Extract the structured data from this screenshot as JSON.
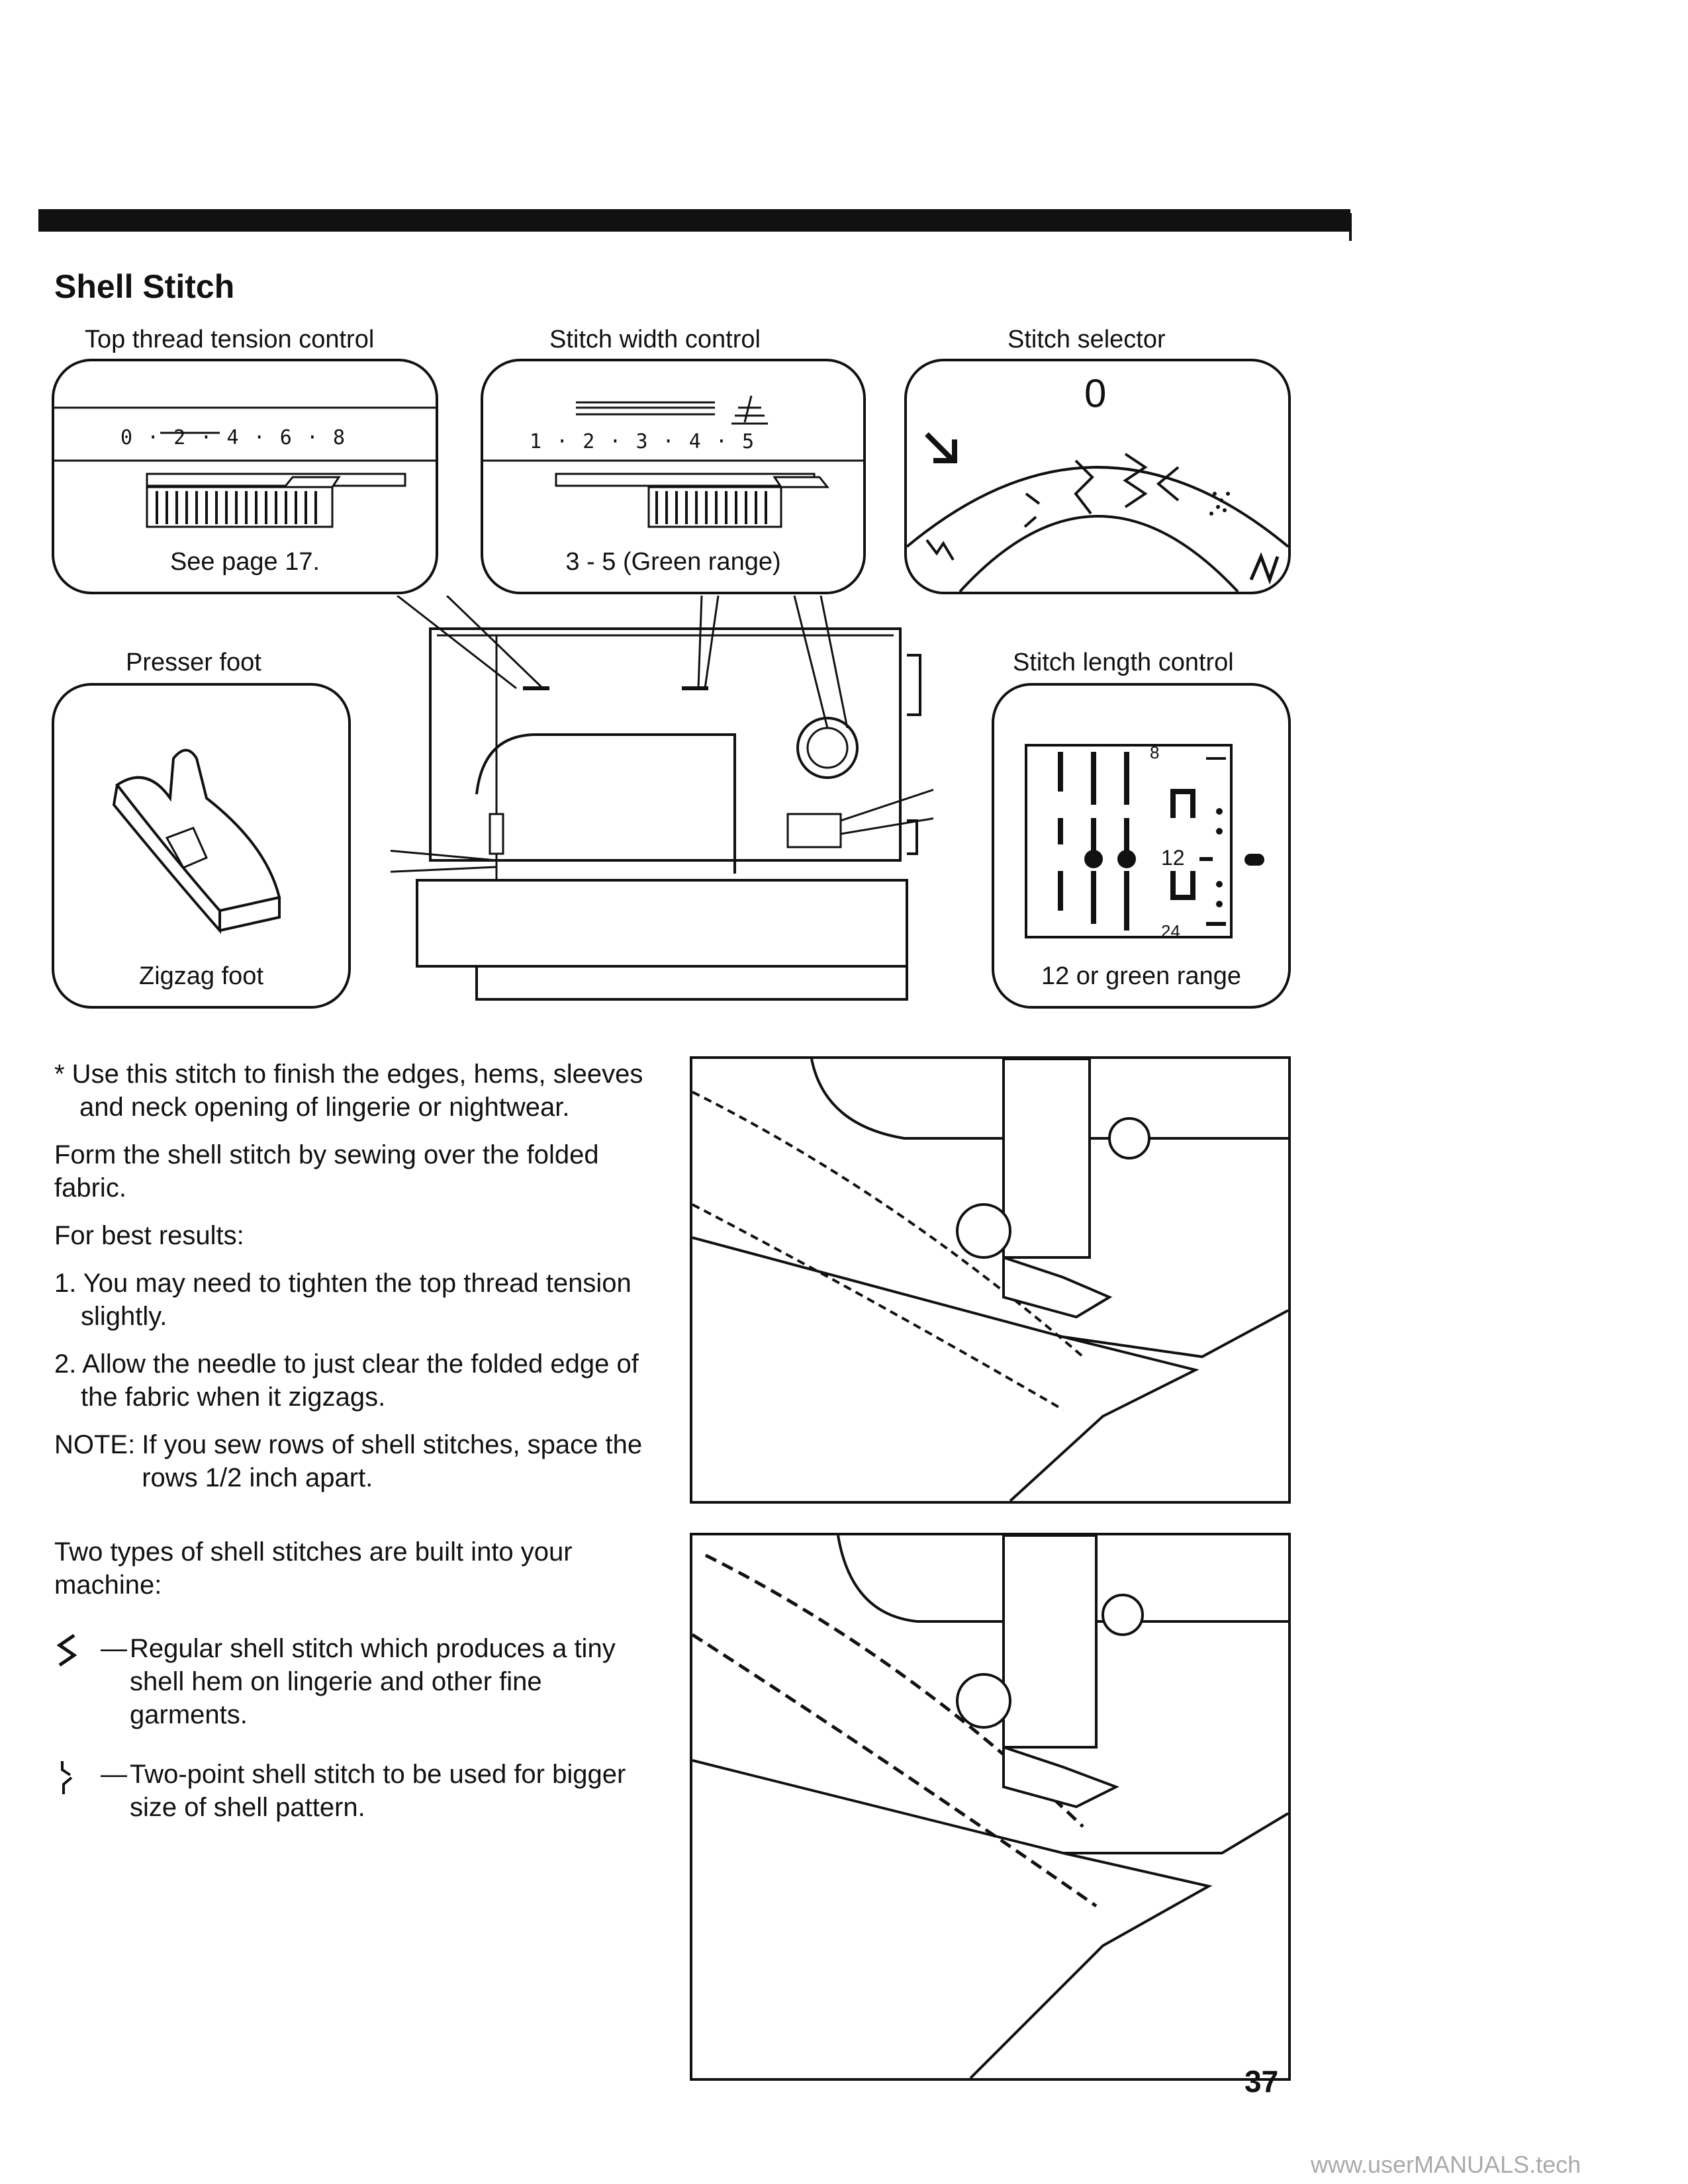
{
  "section_title": "Shell Stitch",
  "callouts": {
    "tension": {
      "label": "Top thread tension control",
      "dial": "0 · 2 · 4 · 6 · 8",
      "caption": "See page 17."
    },
    "width": {
      "label": "Stitch width control",
      "dial": "1 · 2 · 3 · 4 · 5",
      "caption": "3 - 5 (Green range)"
    },
    "selector": {
      "label": "Stitch selector",
      "mark": "0"
    },
    "presser": {
      "label": "Presser foot",
      "caption": "Zigzag foot"
    },
    "length": {
      "label": "Stitch length control",
      "caption": "12 or green range",
      "dial_top": "8",
      "dial_mid": "12",
      "dial_bottom": "24"
    }
  },
  "body": {
    "p1": "* Use this stitch to finish the edges, hems, sleeves and neck opening of lingerie or nightwear.",
    "p2": "Form the shell stitch by sewing over the folded fabric.",
    "p3": "For best results:",
    "step1": "1. You may need to tighten the top thread tension slightly.",
    "step2": "2. Allow the needle to just clear the folded edge of the fabric when it zigzags.",
    "note_label": "NOTE:",
    "note_text": "If you sew rows of shell stitches, space the rows 1/2 inch apart.",
    "p4": "Two types of shell stitches are built into your machine:",
    "dash": "—",
    "stitch1": "Regular shell stitch which produces a tiny shell hem on lingerie and other fine garments.",
    "stitch2": "Two-point shell stitch to be used for bigger size of shell pattern."
  },
  "page_number": "37",
  "watermark": "www.userMANUALS.tech"
}
